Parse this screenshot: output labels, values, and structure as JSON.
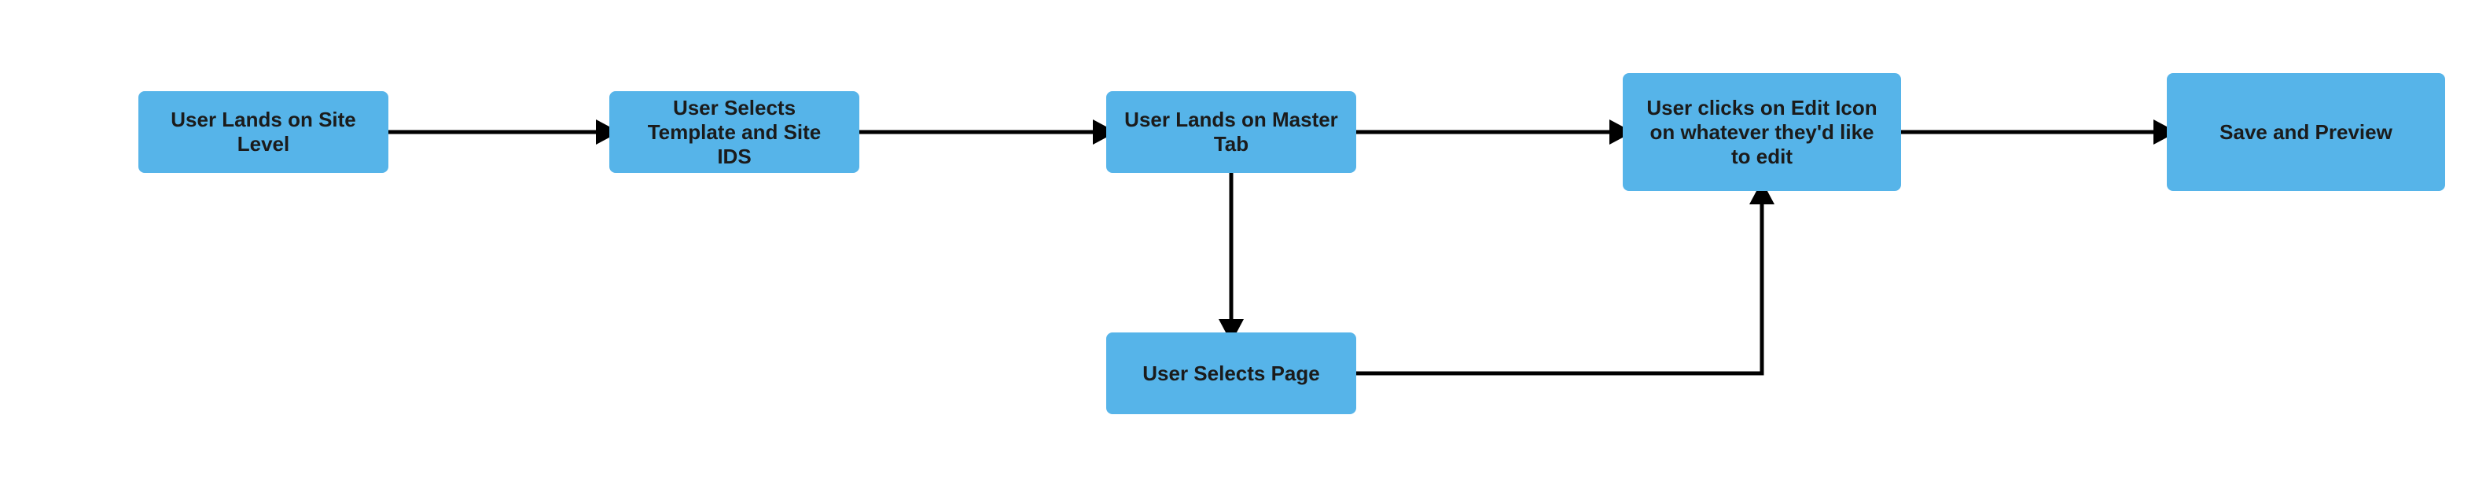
{
  "colors": {
    "node_fill": "#56b4e9",
    "node_text": "#1b1b1b",
    "edge": "#000000",
    "background": "#ffffff"
  },
  "nodes": [
    {
      "id": "n1",
      "label": "User Lands on Site Level"
    },
    {
      "id": "n2",
      "label": "User Selects Template and Site IDS"
    },
    {
      "id": "n3",
      "label": "User Lands on Master Tab"
    },
    {
      "id": "n4",
      "label": "User clicks on Edit Icon on whatever they'd like to edit"
    },
    {
      "id": "n5",
      "label": "Save and Preview"
    },
    {
      "id": "n6",
      "label": "User Selects Page"
    }
  ],
  "edges": [
    {
      "from": "n1",
      "to": "n2"
    },
    {
      "from": "n2",
      "to": "n3"
    },
    {
      "from": "n3",
      "to": "n4"
    },
    {
      "from": "n4",
      "to": "n5"
    },
    {
      "from": "n3",
      "to": "n6"
    },
    {
      "from": "n6",
      "to": "n4"
    }
  ]
}
